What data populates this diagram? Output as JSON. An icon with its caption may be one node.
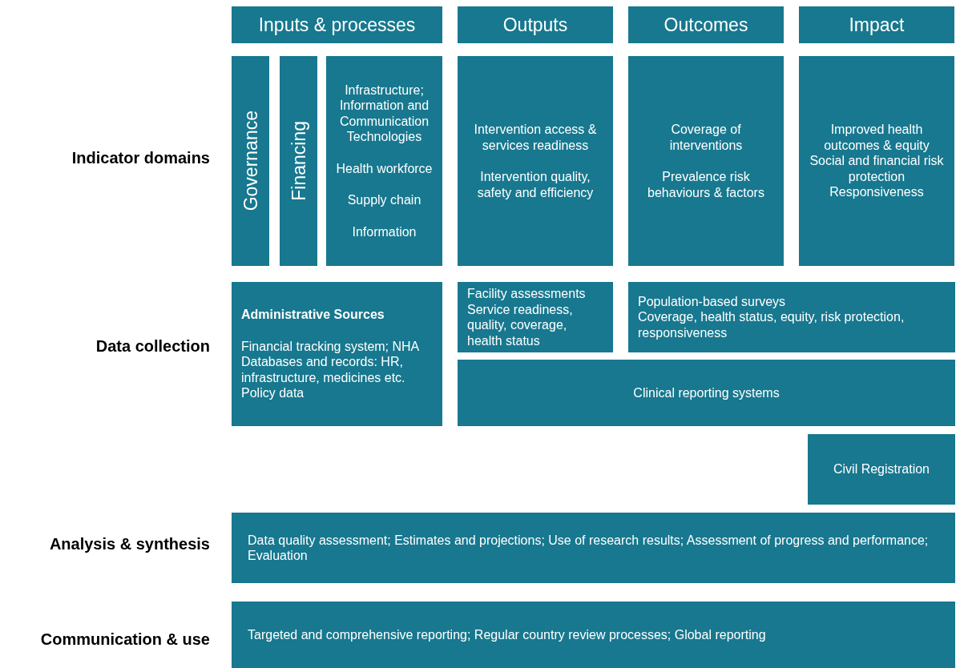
{
  "diagram": {
    "nodes": [
      {
        "text": [
          "Inputs & processes"
        ]
      },
      {
        "text": [
          "Outputs"
        ]
      },
      {
        "text": [
          "Outcomes"
        ]
      },
      {
        "text": [
          "Impact"
        ]
      },
      {
        "text": [
          "Governance"
        ]
      },
      {
        "text": [
          "Financing"
        ]
      },
      {
        "text": [
          "Infrastructure; Information and Communication Technologies",
          "Health workforce",
          "Supply chain",
          "Information"
        ]
      },
      {
        "text": [
          "Intervention access & services readiness",
          "Intervention quality, safety and efficiency"
        ]
      },
      {
        "text": [
          "Coverage of interventions",
          "Prevalence risk behaviours & factors"
        ]
      },
      {
        "text": [
          "Improved health outcomes & equity",
          "Social and financial risk protection",
          "Responsiveness"
        ]
      },
      {
        "text": [
          "Administrative Sources",
          "Financial tracking system; NHA Databases and records: HR, infrastructure, medicines etc. Policy data"
        ]
      },
      {
        "text": [
          "Facility assessments",
          "Service readiness, quality, coverage, health status"
        ]
      },
      {
        "text": [
          "Population-based surveys",
          "Coverage, health status, equity, risk protection, responsiveness"
        ]
      },
      {
        "text": [
          "Clinical reporting systems"
        ]
      },
      {
        "text": [
          "Civil Registration"
        ]
      },
      {
        "text": [
          "Data quality assessment; Estimates and projections; Use of research results; Assessment of progress and performance; Evaluation"
        ]
      },
      {
        "text": [
          "Targeted and comprehensive reporting; Regular country review processes; Global reporting"
        ]
      }
    ],
    "labels": [
      "Indicator domains",
      "Data collection",
      "Analysis & synthesis",
      "Communication & use"
    ]
  }
}
